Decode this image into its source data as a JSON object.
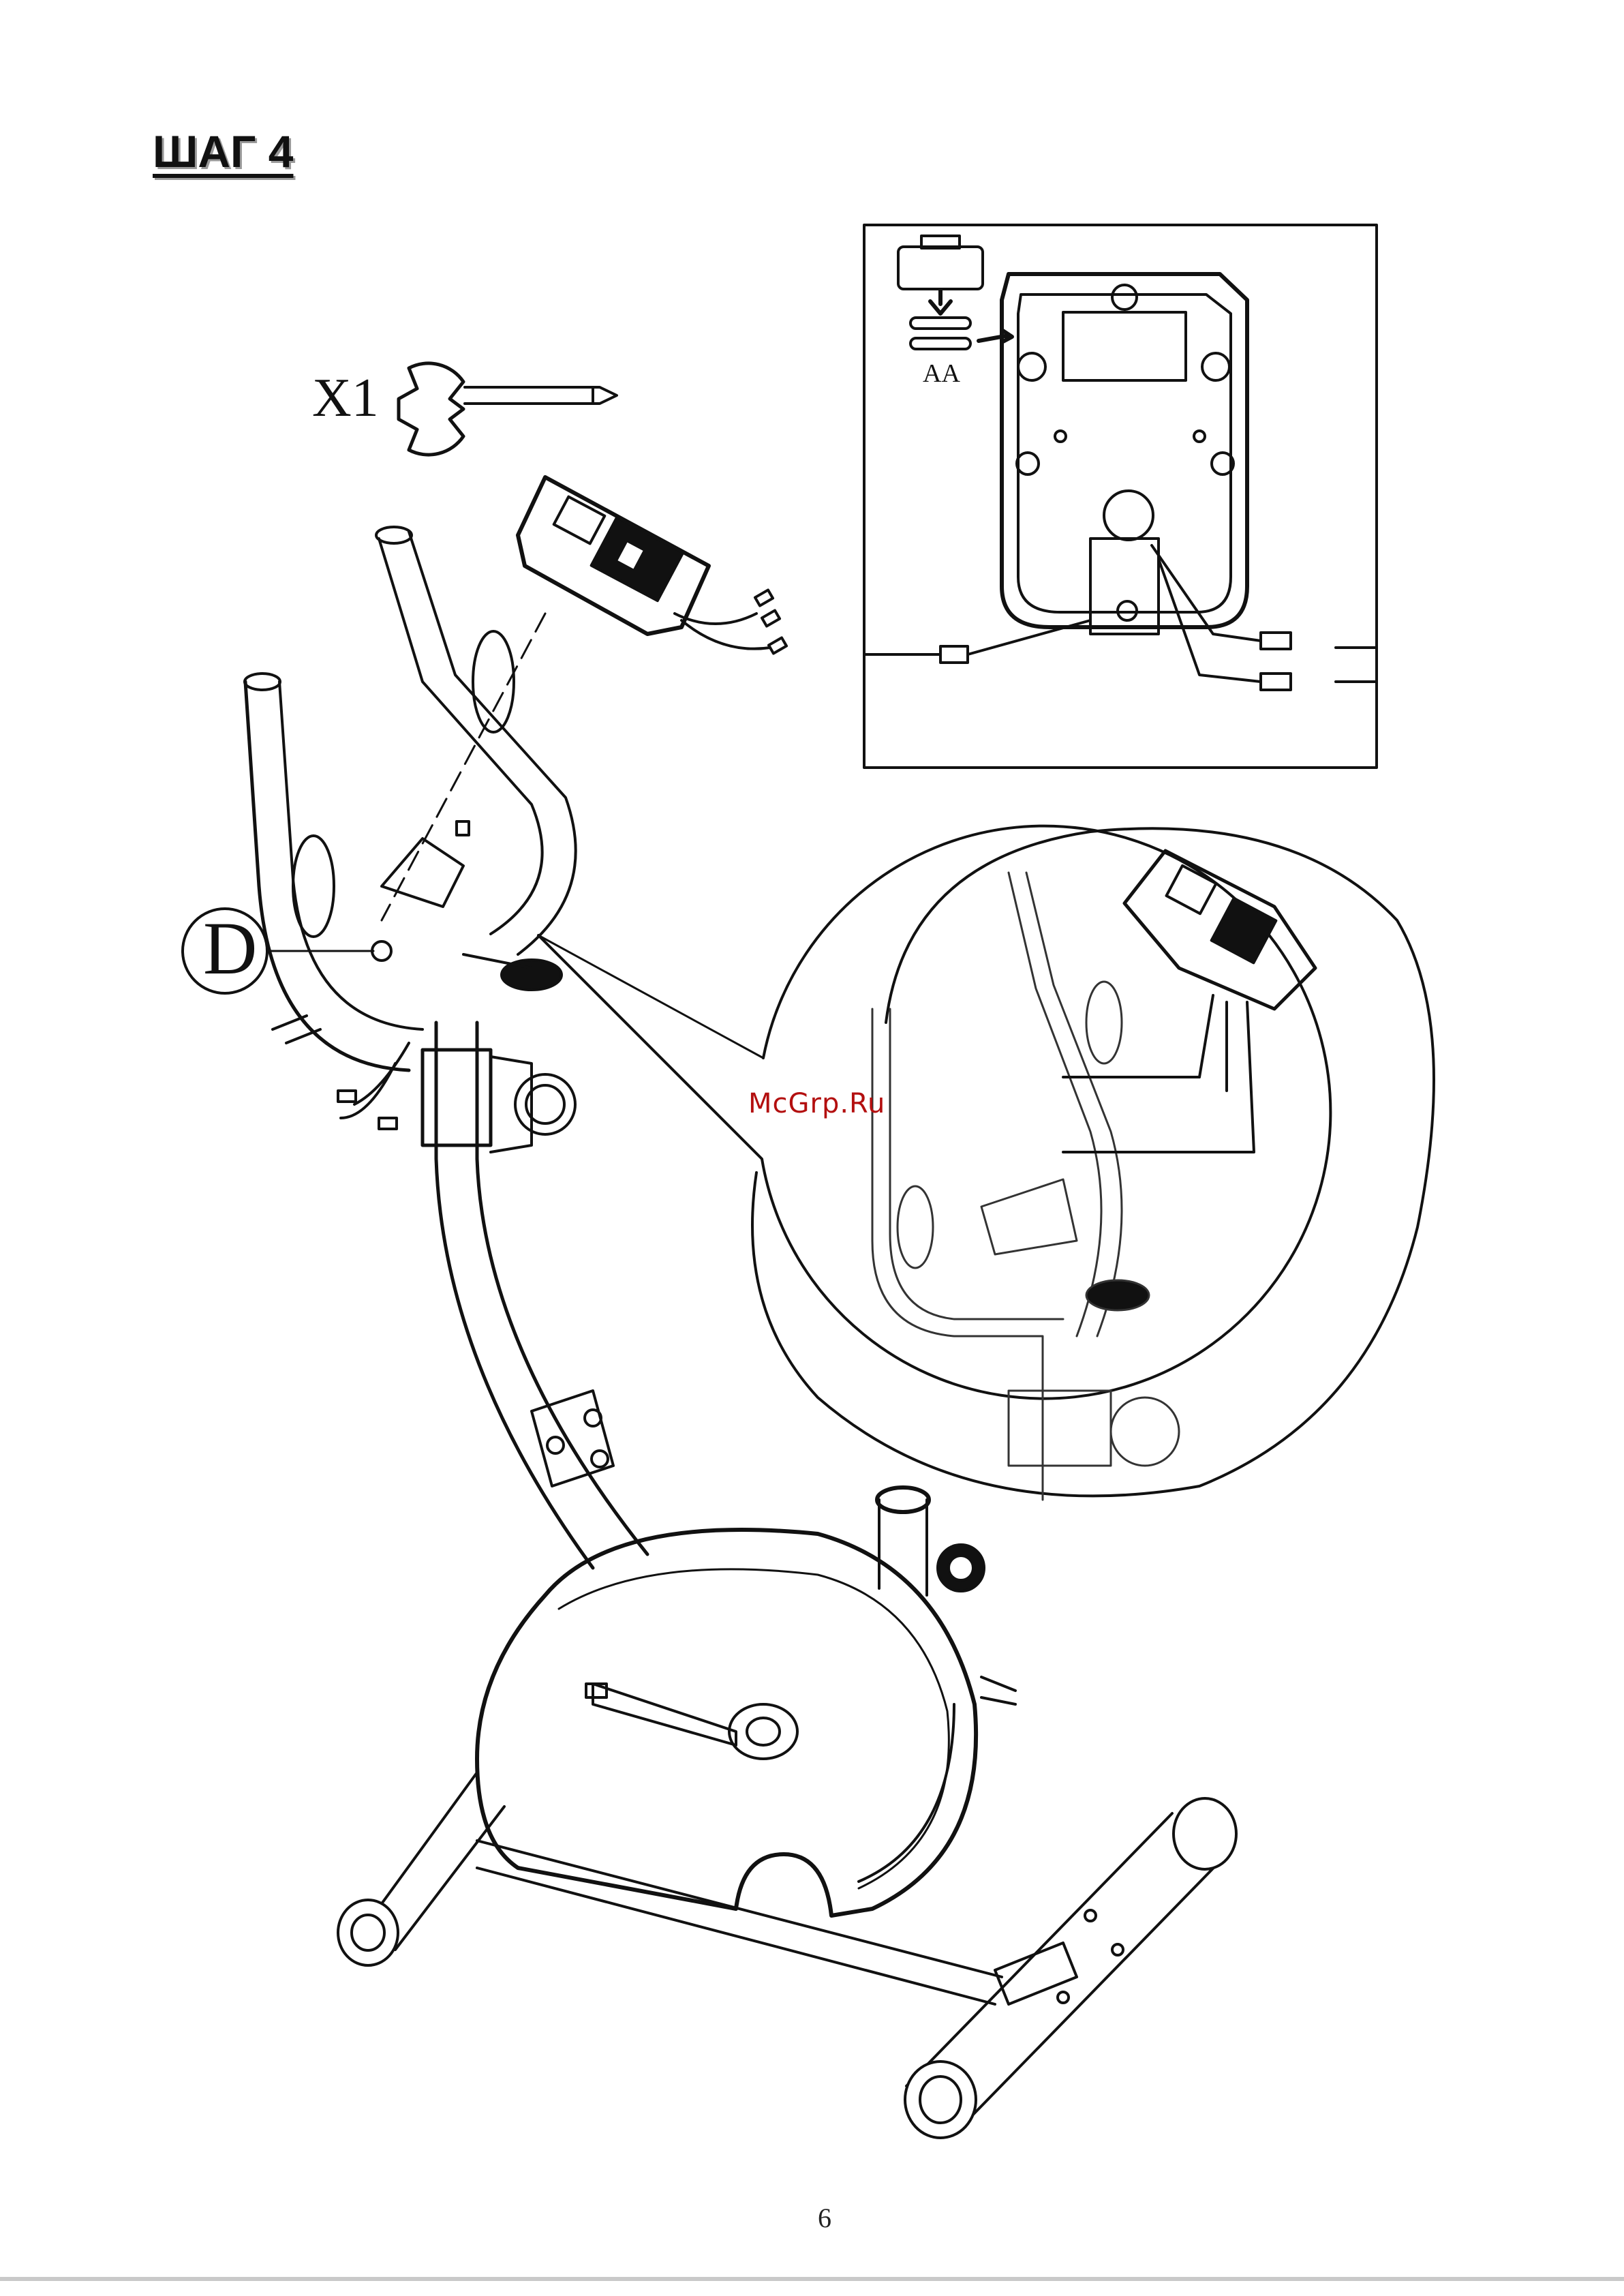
{
  "page": {
    "step_title": "ШАГ 4",
    "page_number": "6",
    "watermark": "McGrp.Ru"
  },
  "tool": {
    "quantity_label": "X1",
    "icon": "wrench-screwdriver-icon"
  },
  "part_label": "D",
  "battery_label": "AA",
  "icons": {
    "battery": "battery-icon",
    "console": "console-icon",
    "bike": "exercise-bike-icon"
  }
}
